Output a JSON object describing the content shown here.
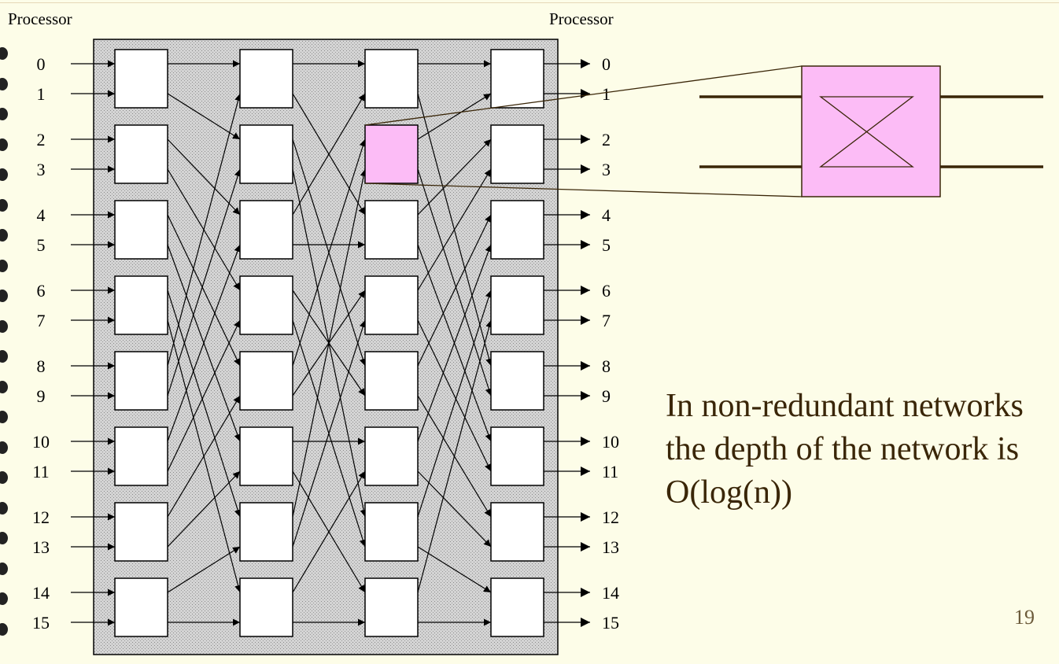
{
  "slide": {
    "left_label": "Processor",
    "right_label": "Processor",
    "description": "In non-redundant networks the depth of the network is O(log(n))",
    "page_number": "19"
  },
  "network": {
    "inputs": [
      "0",
      "1",
      "2",
      "3",
      "4",
      "5",
      "6",
      "7",
      "8",
      "9",
      "10",
      "11",
      "12",
      "13",
      "14",
      "15"
    ],
    "outputs": [
      "0",
      "1",
      "2",
      "3",
      "4",
      "5",
      "6",
      "7",
      "8",
      "9",
      "10",
      "11",
      "12",
      "13",
      "14",
      "15"
    ],
    "stages": 4,
    "switches_per_stage": 8,
    "highlighted_switch": {
      "stage": 2,
      "index": 1
    },
    "highlight_color": "#fcbcf6",
    "switch_fill": "#ffffff",
    "background_color": "#d6d6d6",
    "inset_line_color": "#3a2608"
  },
  "colors": {
    "slide_background": "#fdfde8",
    "text_color": "#3a2608"
  }
}
